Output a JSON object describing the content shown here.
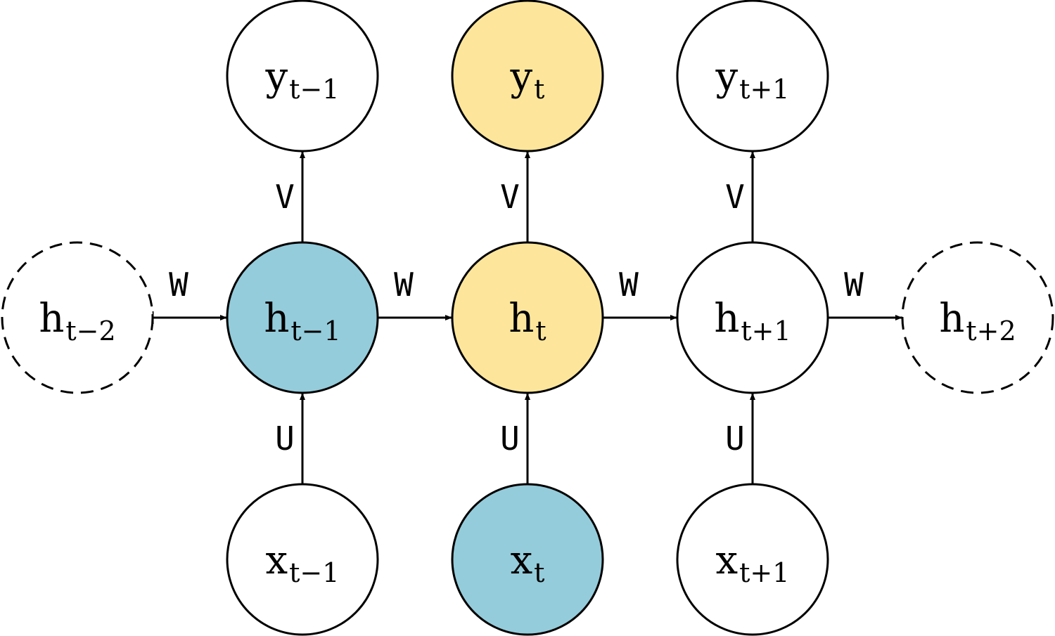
{
  "diagram": {
    "colors": {
      "blue": "#94ccdb",
      "yellow": "#fde69b",
      "white": "#ffffff",
      "stroke": "#000000"
    },
    "nodes": [
      {
        "id": "y_tm1",
        "base": "y",
        "sub": "t−1",
        "fill": "white",
        "style": "solid"
      },
      {
        "id": "y_t",
        "base": "y",
        "sub": "t",
        "fill": "yellow",
        "style": "solid"
      },
      {
        "id": "y_tp1",
        "base": "y",
        "sub": "t+1",
        "fill": "white",
        "style": "solid"
      },
      {
        "id": "h_tm2",
        "base": "h",
        "sub": "t−2",
        "fill": "white",
        "style": "dashed"
      },
      {
        "id": "h_tm1",
        "base": "h",
        "sub": "t−1",
        "fill": "blue",
        "style": "solid"
      },
      {
        "id": "h_t",
        "base": "h",
        "sub": "t",
        "fill": "yellow",
        "style": "solid"
      },
      {
        "id": "h_tp1",
        "base": "h",
        "sub": "t+1",
        "fill": "white",
        "style": "solid"
      },
      {
        "id": "h_tp2",
        "base": "h",
        "sub": "t+2",
        "fill": "white",
        "style": "dashed"
      },
      {
        "id": "x_tm1",
        "base": "x",
        "sub": "t−1",
        "fill": "white",
        "style": "solid"
      },
      {
        "id": "x_t",
        "base": "x",
        "sub": "t",
        "fill": "blue",
        "style": "solid"
      },
      {
        "id": "x_tp1",
        "base": "x",
        "sub": "t+1",
        "fill": "white",
        "style": "solid"
      }
    ],
    "edges": [
      {
        "from": "h_tm2",
        "to": "h_tm1",
        "label": "W"
      },
      {
        "from": "h_tm1",
        "to": "h_t",
        "label": "W"
      },
      {
        "from": "h_t",
        "to": "h_tp1",
        "label": "W"
      },
      {
        "from": "h_tp1",
        "to": "h_tp2",
        "label": "W"
      },
      {
        "from": "h_tm1",
        "to": "y_tm1",
        "label": "V"
      },
      {
        "from": "h_t",
        "to": "y_t",
        "label": "V"
      },
      {
        "from": "h_tp1",
        "to": "y_tp1",
        "label": "V"
      },
      {
        "from": "x_tm1",
        "to": "h_tm1",
        "label": "U"
      },
      {
        "from": "x_t",
        "to": "h_t",
        "label": "U"
      },
      {
        "from": "x_tp1",
        "to": "h_tp1",
        "label": "U"
      }
    ]
  }
}
